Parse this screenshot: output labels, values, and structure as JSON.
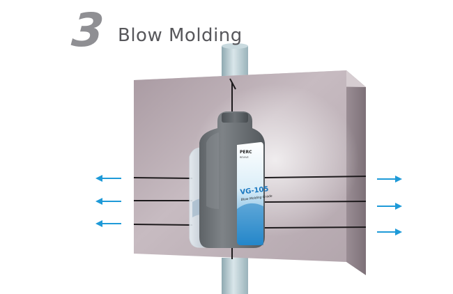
{
  "header": {
    "step_number": "3",
    "title": "Blow Molding"
  },
  "bottle_label": {
    "brand": "PERC",
    "brand_sub": "REVIVE",
    "product": "VG-105",
    "subtitle": "Blow Molding Grade"
  },
  "colors": {
    "mold_front": "#bfb2b9",
    "mold_side": "#8e8289",
    "mold_top": "#c9bec4",
    "pipe": "#b8cdd2",
    "bottle": "#6f7478",
    "arrow": "#1e9ad8",
    "step_number": "#8f8f93",
    "title": "#57575b"
  },
  "icons": {
    "left_arrows": "arrow-left-icon",
    "right_arrows": "arrow-right-icon"
  }
}
